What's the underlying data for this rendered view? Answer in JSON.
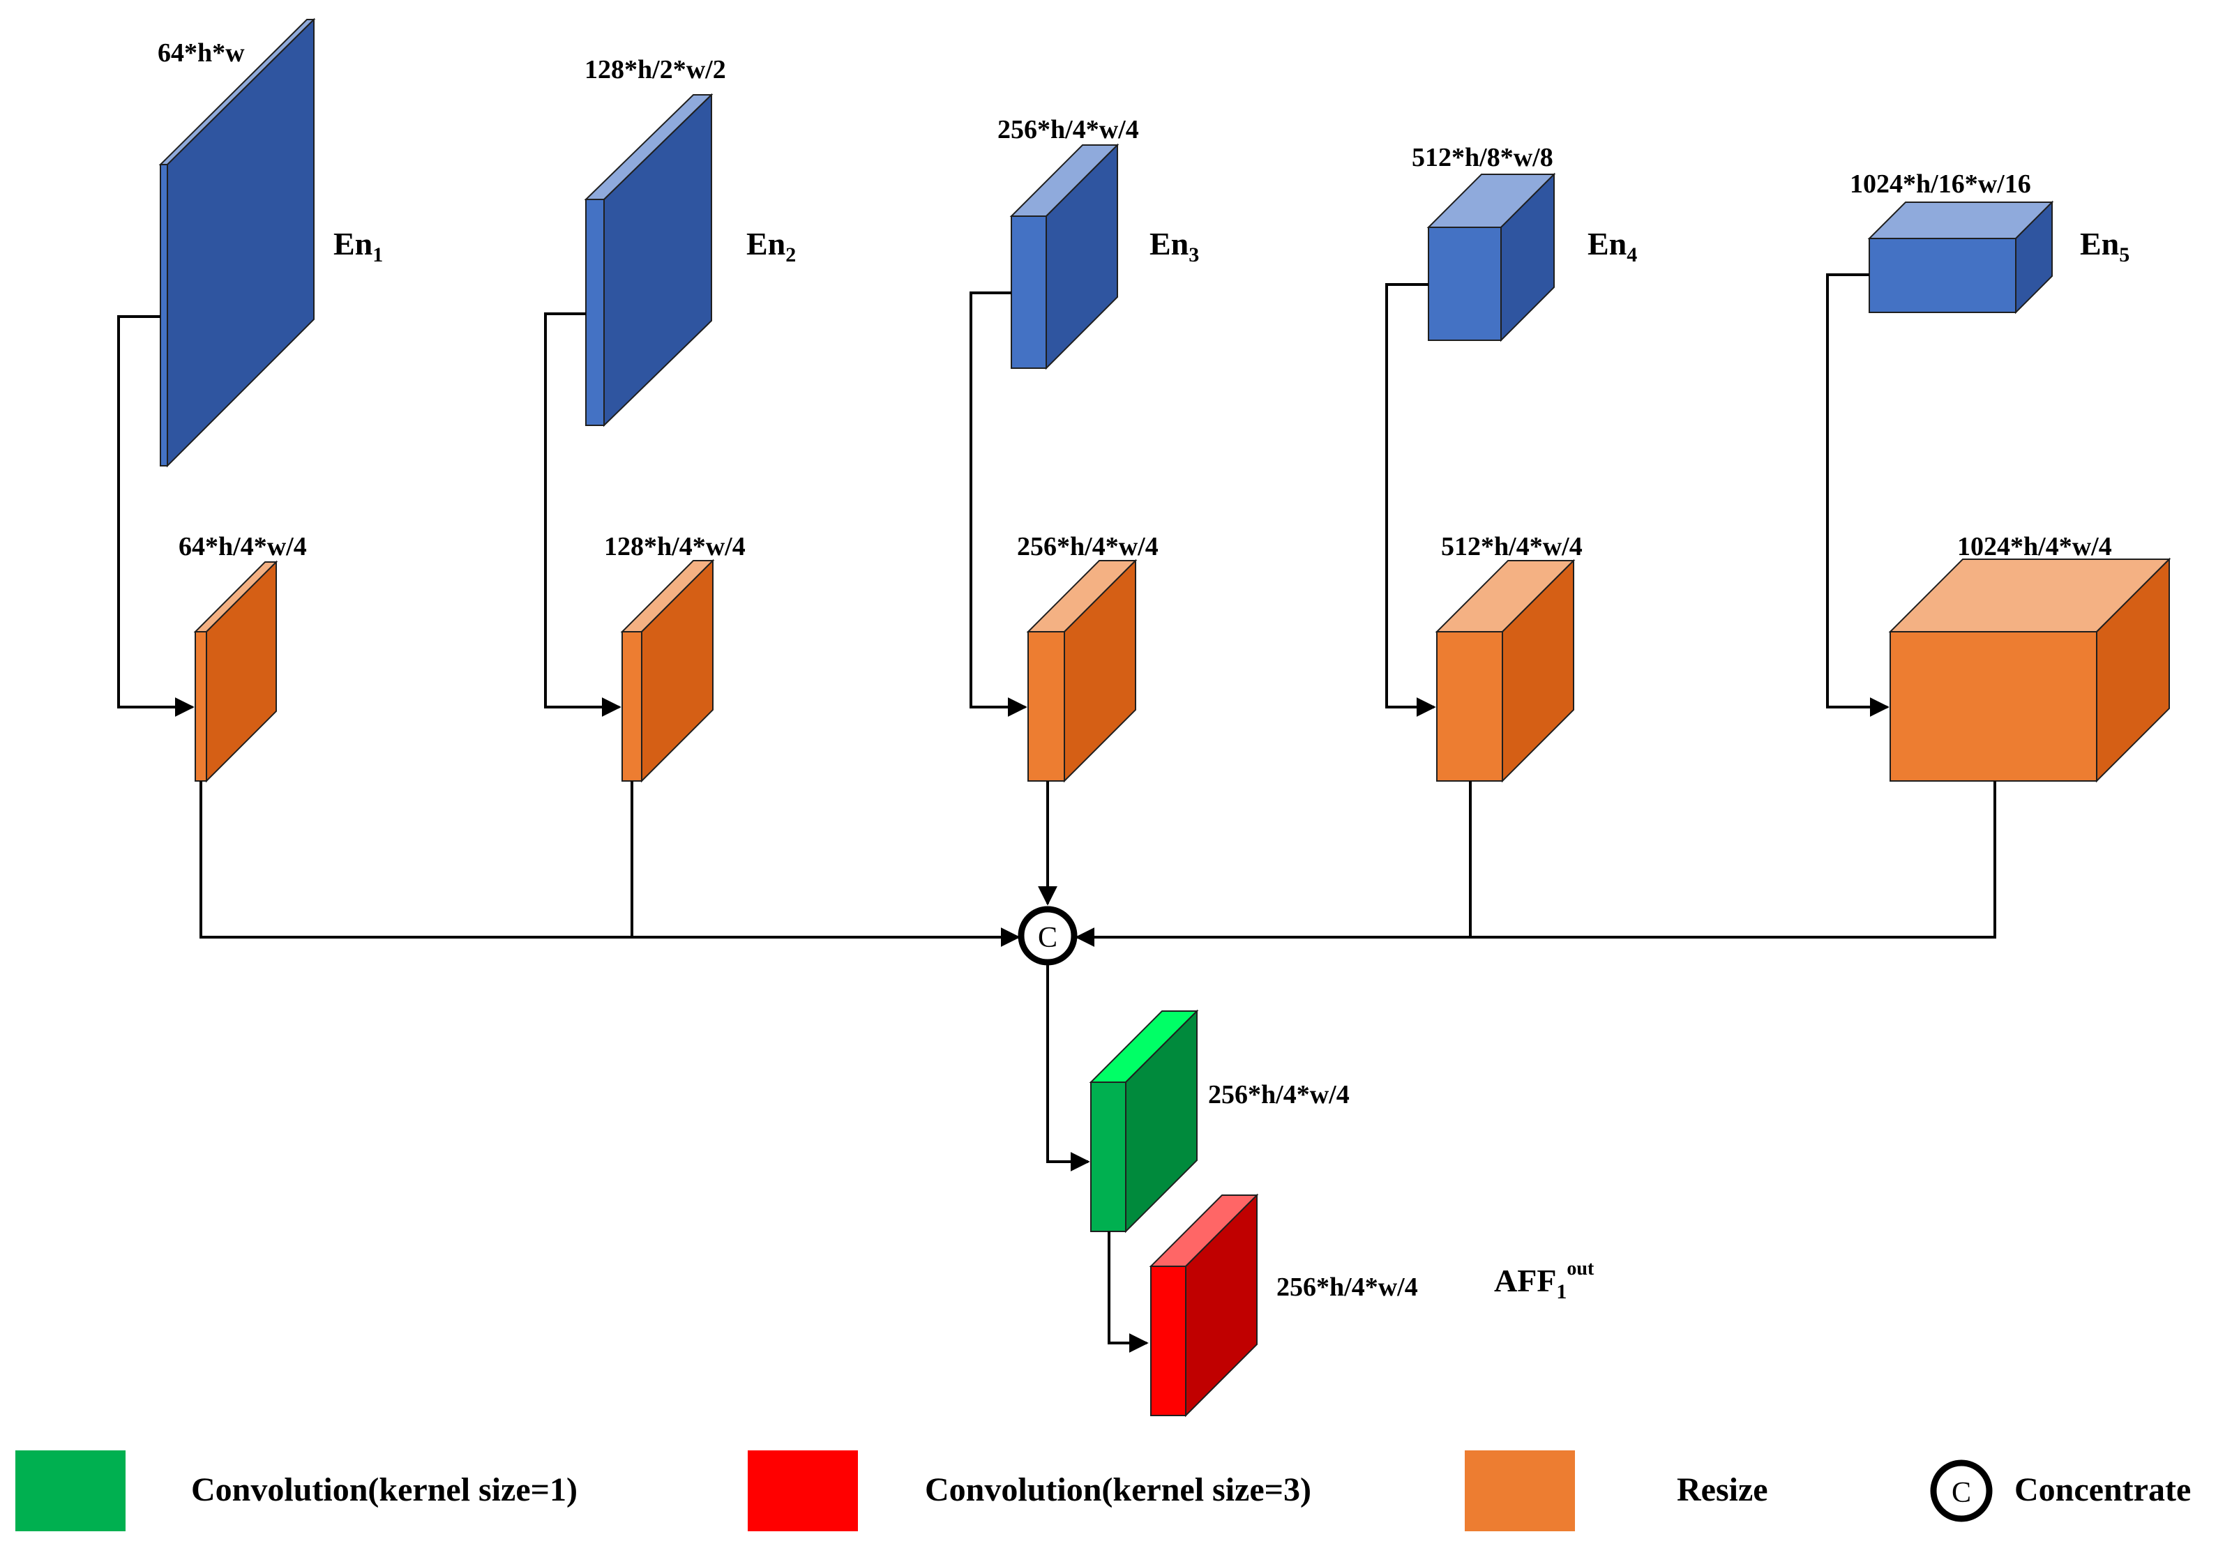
{
  "encoders": [
    {
      "name": "En",
      "sub": "1",
      "size": "64*h*w"
    },
    {
      "name": "En",
      "sub": "2",
      "size": "128*h/2*w/2"
    },
    {
      "name": "En",
      "sub": "3",
      "size": "256*h/4*w/4"
    },
    {
      "name": "En",
      "sub": "4",
      "size": "512*h/8*w/8"
    },
    {
      "name": "En",
      "sub": "5",
      "size": "1024*h/16*w/16"
    }
  ],
  "resized": [
    {
      "size": "64*h/4*w/4"
    },
    {
      "size": "128*h/4*w/4"
    },
    {
      "size": "256*h/4*w/4"
    },
    {
      "size": "512*h/4*w/4"
    },
    {
      "size": "1024*h/4*w/4"
    }
  ],
  "concat_symbol": "C",
  "conv1": {
    "size": "256*h/4*w/4"
  },
  "conv3": {
    "size": "256*h/4*w/4"
  },
  "output": {
    "name": "AFF",
    "sub": "1",
    "sup": "out"
  },
  "legend": [
    {
      "label": "Convolution(kernel size=1)",
      "color": "#00b050"
    },
    {
      "label": "Convolution(kernel size=3)",
      "color": "#ff0000"
    },
    {
      "label": "Resize",
      "color": "#ed7d31"
    },
    {
      "label": "Concentrate",
      "symbol": "C"
    }
  ],
  "colors": {
    "encoder_front": "#4472c4",
    "encoder_side": "#2f55a0",
    "encoder_top": "#8faadc",
    "resize_front": "#ed7d31",
    "resize_side": "#d55f15",
    "resize_top": "#f4b183",
    "conv1_front": "#00b050",
    "conv1_side": "#008a3c",
    "conv1_top": "#00ff66",
    "conv3_front": "#ff0000",
    "conv3_side": "#c00000",
    "conv3_top": "#ff6666"
  }
}
